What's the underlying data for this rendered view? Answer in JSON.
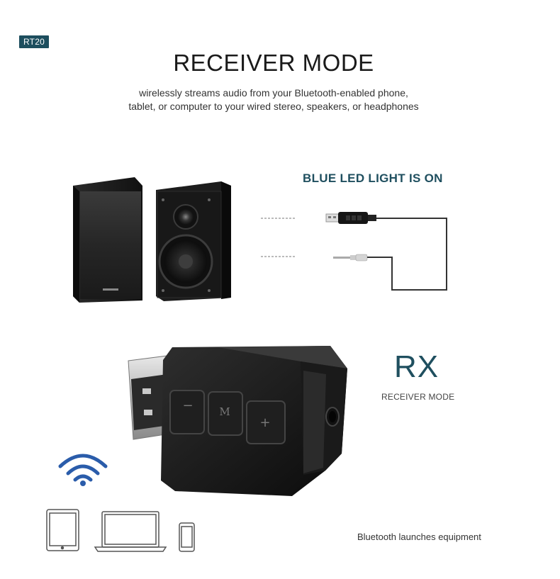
{
  "badge": "RT20",
  "title": "RECEIVER MODE",
  "subtitle": {
    "line1": "wirelessly streams audio from your Bluetooth-enabled phone,",
    "line2": "tablet, or computer to your wired stereo, speakers, or headphones"
  },
  "led_status": "BLUE LED LIGHT IS ON",
  "mode": {
    "short": "RX",
    "label": "RECEIVER MODE"
  },
  "device_buttons": [
    "−",
    "M",
    "+"
  ],
  "equipment_label": "Bluetooth launches equipment",
  "colors": {
    "accent": "#1f4f5f",
    "badge_bg": "#1d4e5e",
    "wifi_blue": "#2a5caa"
  },
  "icons": [
    "speaker-pair",
    "usb-adapter-icon",
    "aux-cable-icon",
    "wifi-icon",
    "tablet-icon",
    "laptop-icon",
    "phone-icon"
  ]
}
